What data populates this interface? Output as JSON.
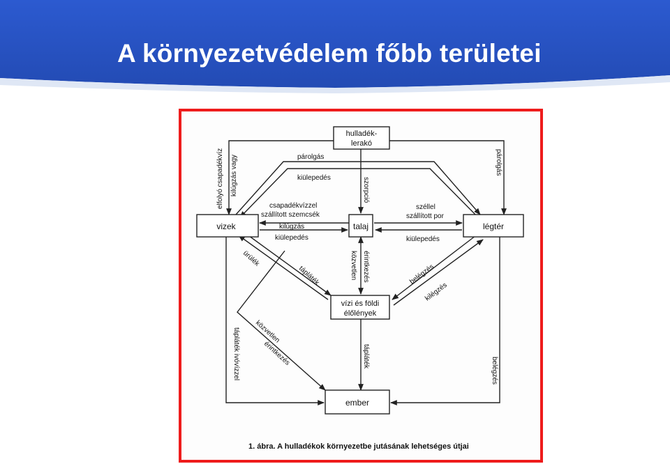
{
  "slide": {
    "title": "A környezetvédelem főbb területei"
  },
  "colors": {
    "banner": "#2a56c6",
    "frame": "#ee1c1c",
    "line": "#222222"
  },
  "diagram": {
    "nodes": {
      "landfill_line1": "hulladék-",
      "landfill_line2": "lerakó",
      "waters": "vizek",
      "soil": "talaj",
      "air": "légtér",
      "organisms_line1": "vízi és földi",
      "organisms_line2": "élőlények",
      "human": "ember"
    },
    "labels": {
      "runoff": "elfolyó csapadékvíz",
      "leaching_or": "kilúgzás vagy",
      "evaporation_top": "párolgás",
      "settling_top": "kiülepedés",
      "sorption": "szorpció",
      "evaporation_right": "párolgás",
      "rain_particles_1": "csapadékvízzel",
      "rain_particles_2": "szállított szemcsék",
      "leaching": "kilúgzás",
      "settling_left": "kiülepedés",
      "wind_dust_1": "széllel",
      "wind_dust_2": "szállított por",
      "settling_right": "kiülepedés",
      "excrement": "ürülék",
      "food_left": "tápláték",
      "direct_contact_1": "közvetlen",
      "direct_contact_2": "érintkezés",
      "inhalation": "belégzés",
      "exhalation": "kilégzés",
      "direct_contact_3": "közvetlen",
      "direct_contact_4": "érintkezés",
      "food_drinking_water": "tápláték ivóvízzel",
      "food_center": "tápláték",
      "inhalation_right": "belégzés"
    },
    "caption": "1. ábra. A hulladékok környezetbe jutásának lehetséges útjai"
  }
}
